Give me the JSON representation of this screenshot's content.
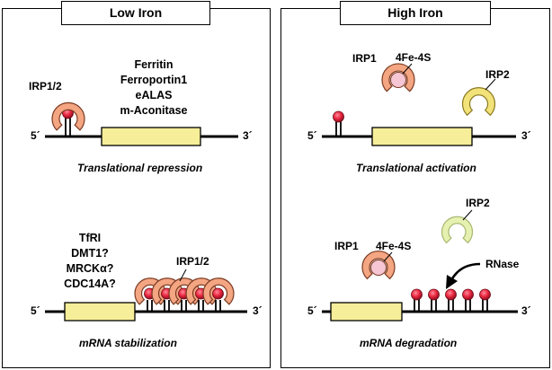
{
  "left_panel": {
    "title": "Low Iron",
    "top": {
      "irp_label": "IRP1/2",
      "genes": [
        "Ferritin",
        "Ferroportin1",
        "eALAS",
        "m-Aconitase"
      ],
      "five_prime": "5´",
      "three_prime": "3´",
      "caption": "Translational repression"
    },
    "bottom": {
      "genes": [
        "TfRI",
        "DMT1?",
        "MRCKα?",
        "CDC14A?"
      ],
      "irp_label": "IRP1/2",
      "five_prime": "5´",
      "three_prime": "3´",
      "caption": "mRNA stabilization"
    }
  },
  "right_panel": {
    "title": "High Iron",
    "top": {
      "irp1_label": "IRP1",
      "fes_label": "4Fe-4S",
      "irp2_label": "IRP2",
      "five_prime": "5´",
      "three_prime": "3´",
      "caption": "Translational activation"
    },
    "bottom": {
      "irp2_label": "IRP2",
      "irp1_label": "IRP1",
      "fes_label": "4Fe-4S",
      "rnase_label": "RNase",
      "five_prime": "5´",
      "three_prime": "3´",
      "caption": "mRNA degradation"
    }
  },
  "colors": {
    "irp_fill": "#f4a582",
    "irp_stroke": "#7a3b22",
    "irp2_fill": "#f2e27a",
    "irp2_pale_fill": "#e6f0b0",
    "fes_fill": "#f6c6d4",
    "ire_head": "#e8253e",
    "orf_fill": "#f7ee9a",
    "line": "#000000"
  }
}
